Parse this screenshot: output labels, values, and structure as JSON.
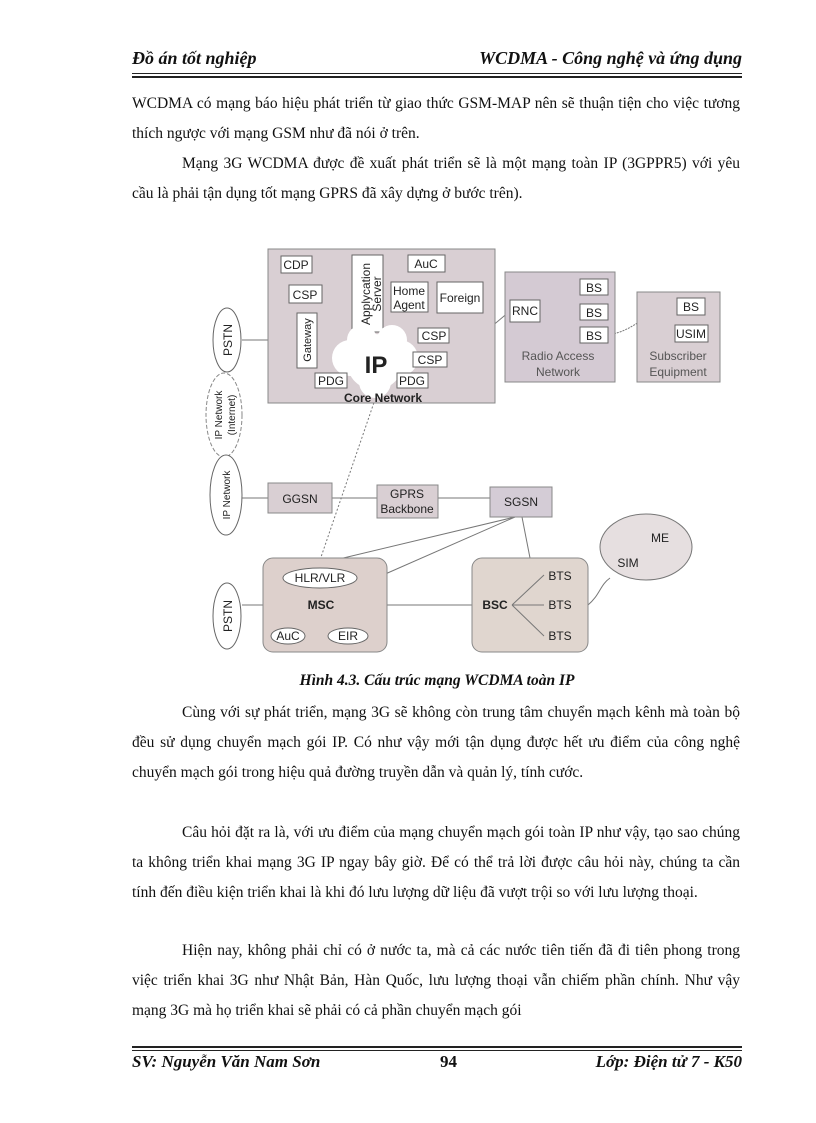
{
  "header": {
    "left": "Đồ án tốt nghiệp",
    "right": "WCDMA - Công nghệ và ứng dụng"
  },
  "paragraphs_top": [
    "WCDMA có mạng báo hiệu phát triển từ giao thức GSM-MAP nên sẽ thuận tiện cho việc tương thích ngược với mạng GSM như đã nói ở trên.",
    "Mạng 3G WCDMA được đề xuất phát triển sẽ là một mạng toàn IP (3GPPR5) với yêu cầu là phải tận dụng tốt mạng GPRS đã xây dựng ở bước trên)."
  ],
  "figure": {
    "caption": "Hình 4.3. Cấu trúc mạng WCDMA toàn IP",
    "core": {
      "label": "Core Network",
      "cdp": "CDP",
      "app_server_1": "Applycation",
      "app_server_2": "Server",
      "auc": "AuC",
      "csp": "CSP",
      "home_1": "Home",
      "home_2": "Agent",
      "foreign": "Foreign",
      "gateway": "Gateway",
      "ip": "IP",
      "pdg": "PDG"
    },
    "pstn": "PSTN",
    "ip_network": "IP Network",
    "internet": "(Internet)",
    "ran": {
      "label_1": "Radio Access",
      "label_2": "Network",
      "rnc": "RNC",
      "bs": "BS"
    },
    "subscriber": {
      "label_1": "Subscriber",
      "label_2": "Equipment",
      "bs": "BS",
      "usim": "USIM"
    },
    "ggsn": "GGSN",
    "gprs_1": "GPRS",
    "gprs_2": "Backbone",
    "sgsn": "SGSN",
    "msc": {
      "label": "MSC",
      "hlr": "HLR/VLR",
      "auc": "AuC",
      "eir": "EIR"
    },
    "bsc": {
      "label": "BSC",
      "bts": "BTS"
    },
    "mobile": {
      "me": "ME",
      "sim": "SIM"
    }
  },
  "paragraphs_bottom": [
    "Cùng với sự phát triển, mạng 3G sẽ không còn trung tâm chuyển mạch kênh mà toàn bộ đều sử dụng chuyển mạch gói IP. Có như vậy mới tận dụng được hết ưu điểm của công nghệ chuyển mạch gói trong hiệu quả đường truyền dẫn và quản lý, tính cước.",
    "Câu hỏi đặt ra là, với ưu điểm của mạng chuyển mạch gói toàn IP như vậy, tạo sao chúng ta không triển khai mạng 3G IP ngay bây giờ. Để có thể trả lời được câu hỏi này, chúng ta cần tính đến điều kiện triển khai là khi đó lưu lượng dữ liệu đã vượt trội so với lưu lượng thoại.",
    "Hiện nay, không phải chỉ có ở nước ta, mà cả các nước tiên tiến đã đi tiên phong trong việc triển khai 3G như Nhật Bản, Hàn Quốc, lưu lượng thoại vẫn chiếm phần chính. Như vậy mạng 3G mà họ triển khai sẽ phải có cả phần chuyển mạch gói"
  ],
  "footer": {
    "left": "SV: Nguyễn Văn Nam Sơn",
    "page": "94",
    "right": "Lớp: Điện tử 7 - K50"
  }
}
